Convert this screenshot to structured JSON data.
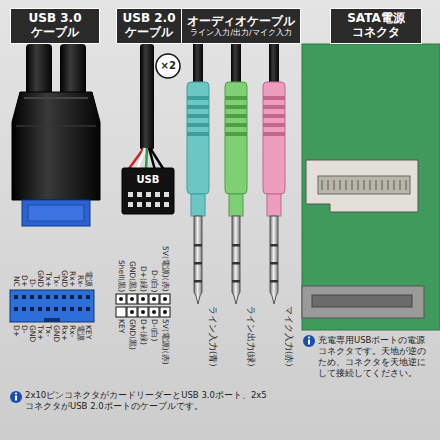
{
  "diagram": {
    "nodes": [
      {
        "text": [
          "USB 3.0 ケーブル"
        ]
      },
      {
        "text": [
          "USB 2.0 ケーブル"
        ]
      },
      {
        "text": [
          "オーディオケーブル",
          "ライン入力/出力/マイク入力"
        ]
      },
      {
        "text": [
          "SATA電源 コネクタ"
        ]
      }
    ],
    "labels": [
      "×2",
      "USB",
      "NC",
      "D+",
      "D-",
      "GND",
      "Tx+",
      "Tx-",
      "GND",
      "Rx+",
      "Rx-",
      "電源",
      "D+",
      "D-",
      "GND",
      "Tx+",
      "Tx-",
      "GND",
      "Rx+",
      "Rx-",
      "電源",
      "KEY",
      "Shell(黒)",
      "GND(黒)",
      "D+(緑)",
      "D-(白)",
      "5V(電源)(赤)",
      "KEY",
      "GND(黒)",
      "D+(緑)",
      "D-(白)",
      "5V(電源)(赤)",
      "ライン入力(青)",
      "ライン出力(緑)",
      "マイク入力(赤)",
      "充電専用USBポートの電源コネクタです。天地が逆のため、コネクタを天地逆にして接続してください。",
      "2x10ピンコネクタがカードリーダーとUSB 3.0ポート、2x5コネクタがUSB 2.0ポートのケーブルです。"
    ]
  }
}
